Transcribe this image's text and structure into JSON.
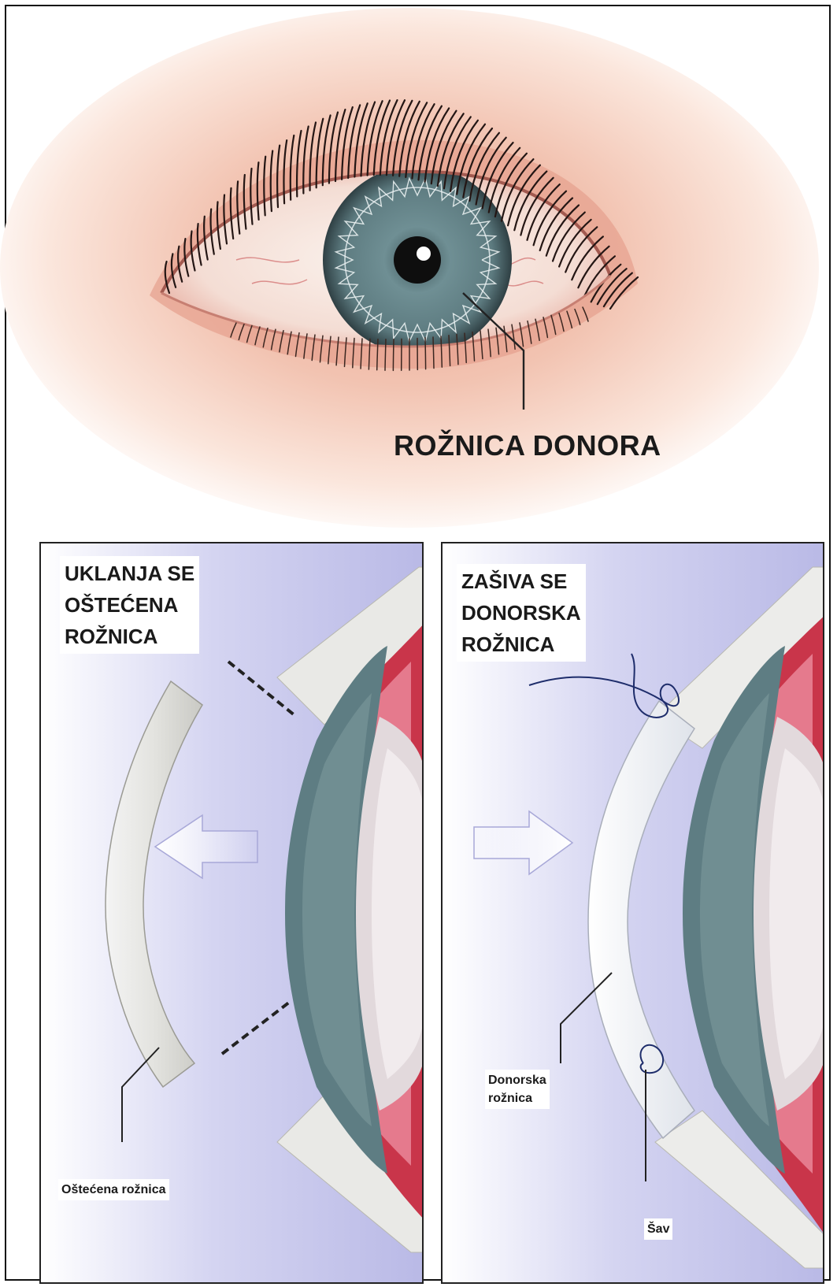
{
  "top": {
    "label": "ROŽNICA DONORA"
  },
  "left_panel": {
    "title_lines": [
      "UKLANJA SE",
      "OŠTEĆENA",
      "ROŽNICA"
    ],
    "damaged_cornea_label": "Oštećena rožnica"
  },
  "right_panel": {
    "title_lines": [
      "ZAŠIVA SE",
      "DONORSKA",
      "ROŽNICA"
    ],
    "donor_cornea_label_lines": [
      "Donorska",
      "rožnica"
    ],
    "suture_label": "Šav"
  },
  "colors": {
    "skin": "#f2c7b6",
    "sclera": "#f7e9e4",
    "iris": "#5d7c82",
    "pupil": "#111111",
    "panel_background": "#c9c9ec",
    "tissue_red": "#c9354a",
    "suture_thread": "#1e2d6b"
  }
}
